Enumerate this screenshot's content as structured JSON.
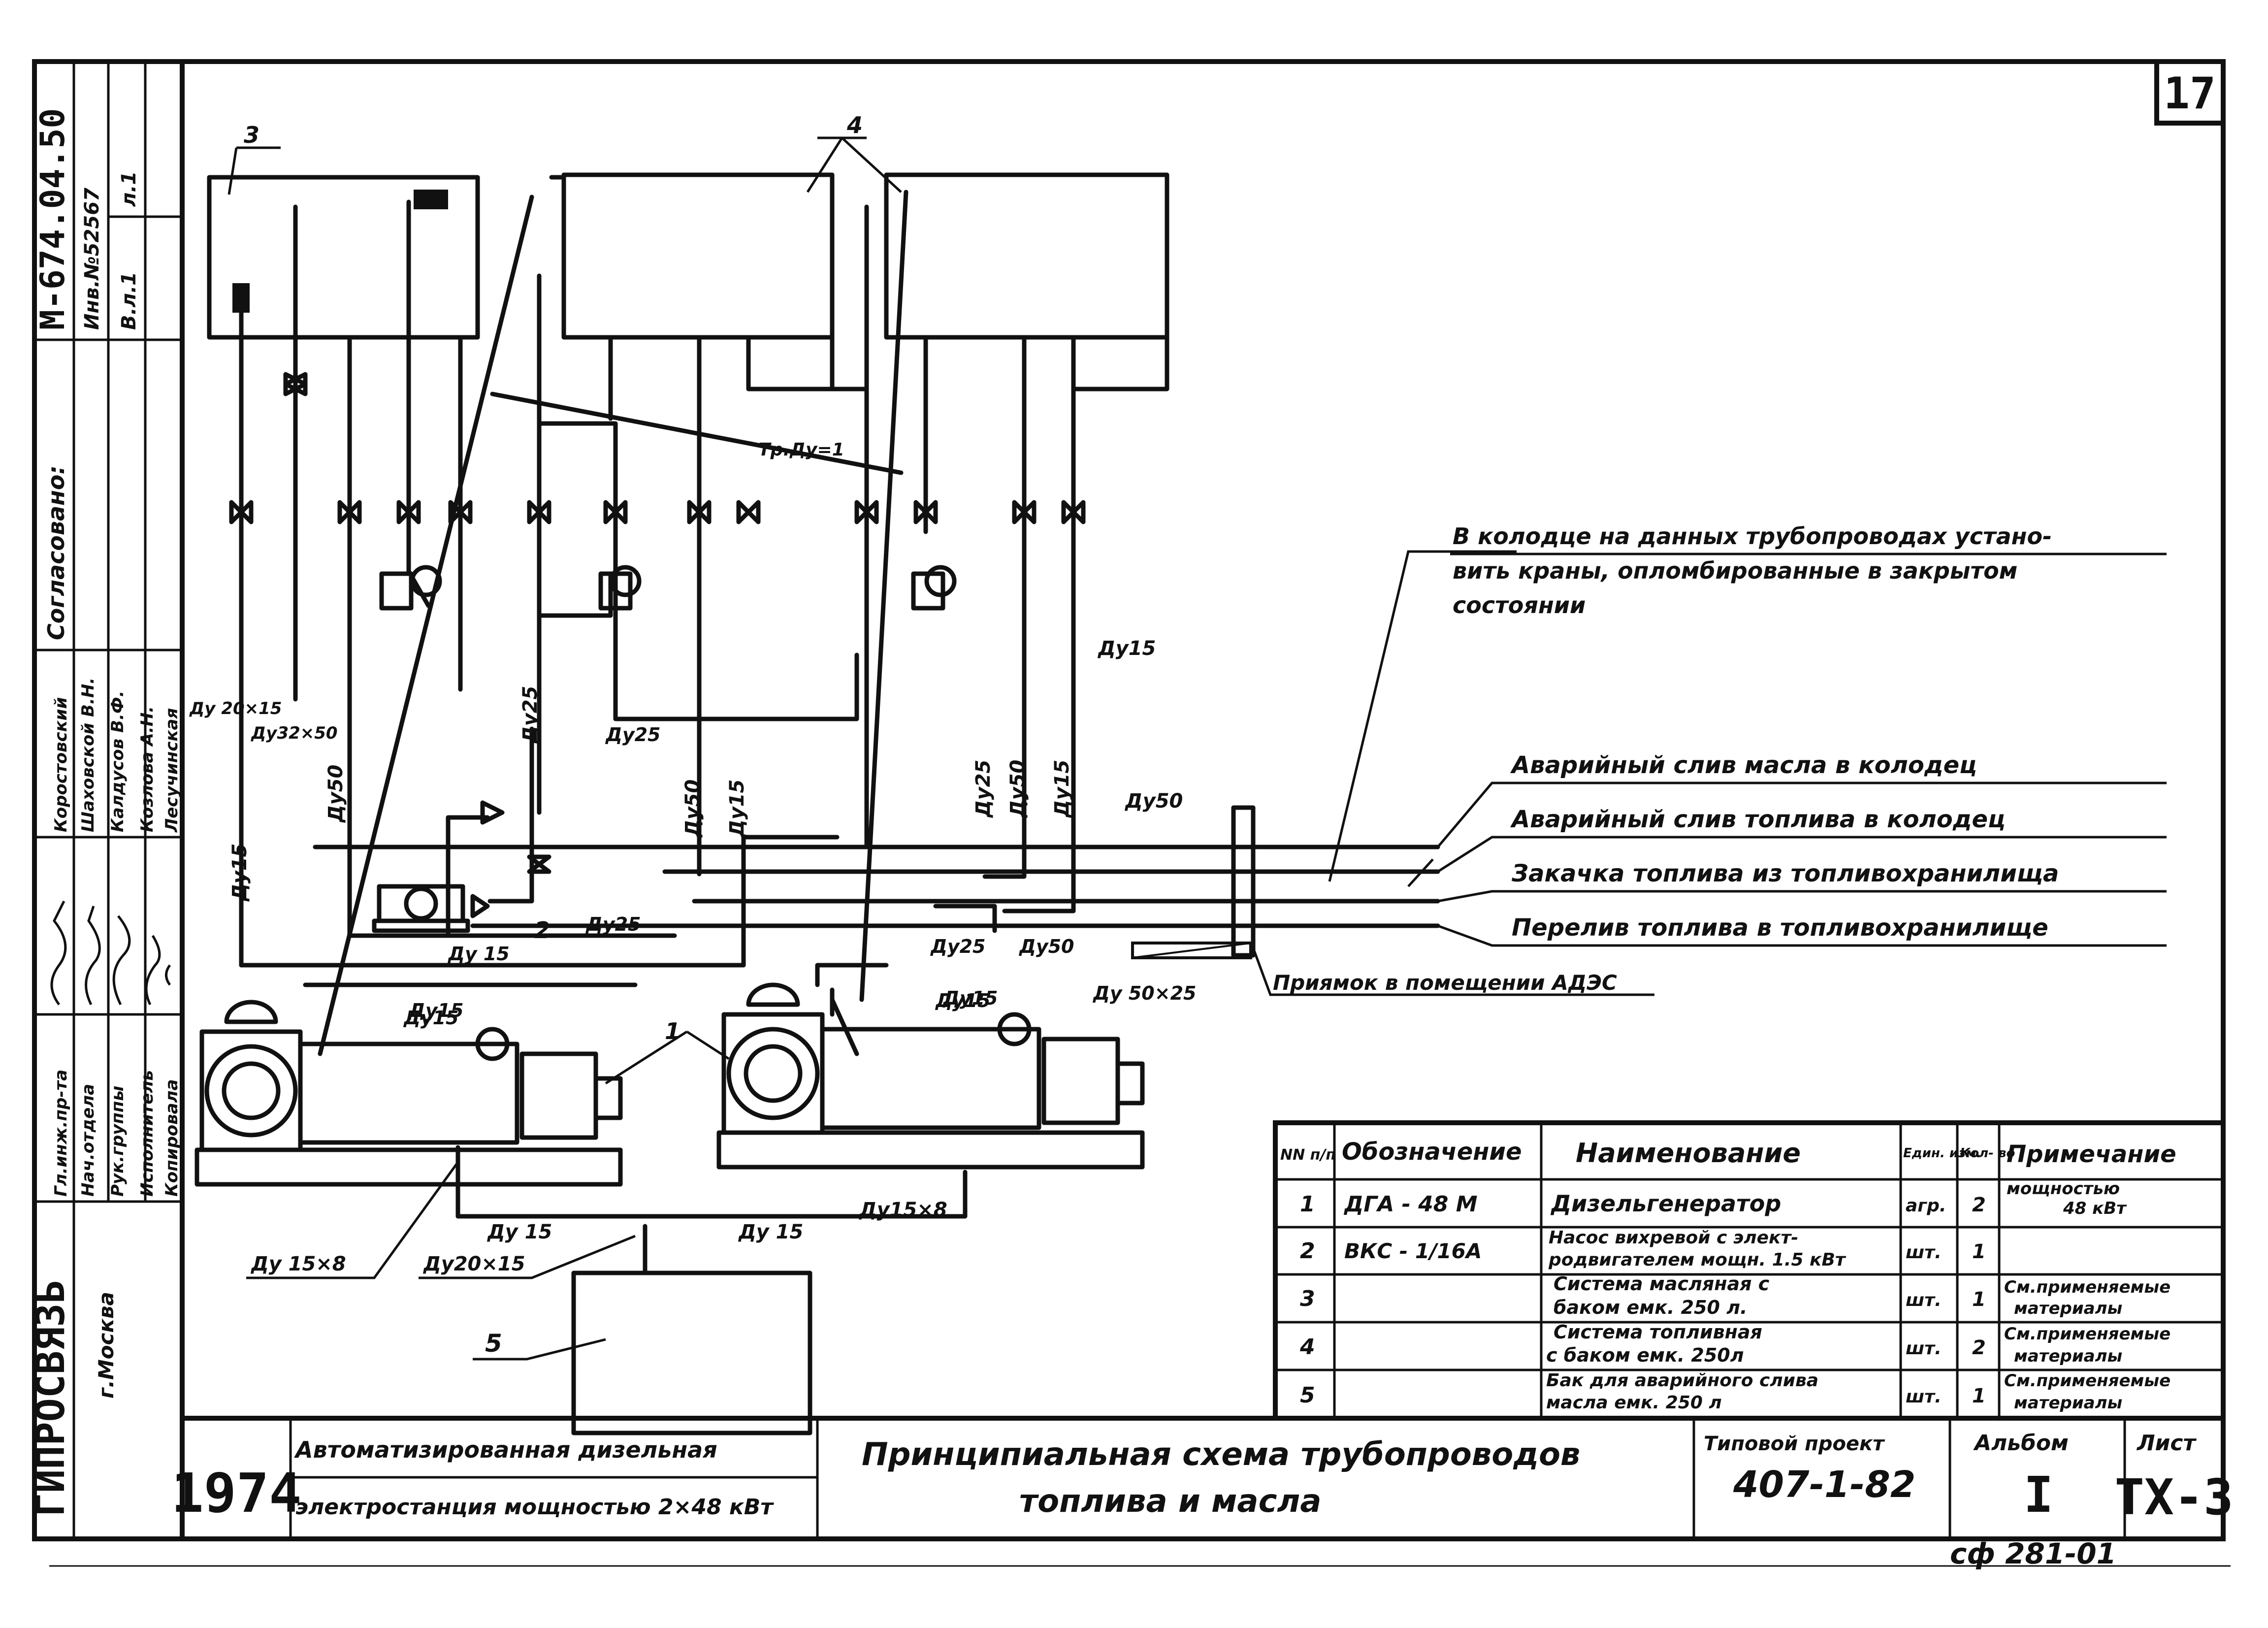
{
  "sheet_number": "17",
  "side_stamp": {
    "doc_code": "М-674.04.50",
    "inv_no": "Инв.№52567",
    "sheet_ref": "л.1",
    "variant": "В.л.1",
    "agreed": "Согласовано:",
    "signatories": [
      {
        "role": "Гл.инж.пр-та",
        "name": "Коростовский"
      },
      {
        "role": "Нач.отдела",
        "name": "Шаховской В.Н."
      },
      {
        "role": "Рук.группы",
        "name": "Калдусов В.Ф."
      },
      {
        "role": "Исполнитель",
        "name": "Козлова А.Н."
      },
      {
        "role": "Копировала",
        "name": "Лесучинская"
      }
    ],
    "org": "ГИПРОСВЯЗЬ",
    "city": "г.Москва"
  },
  "callouts": [
    "1",
    "1",
    "2",
    "3",
    "4",
    "5",
    "Тр.Ду=1"
  ],
  "pipe_labels": {
    "du20x15": "Ду\n20×15",
    "du32x50": "Ду32×50",
    "du50_a": "Ду50",
    "du15_a": "Ду15",
    "du25_a": "Ду25",
    "du25_b": "Ду25",
    "du25_c": "Ду25",
    "du15_b": "Ду 15",
    "du15_c": "Ду15",
    "du50_b": "Ду50",
    "du15_d": "Ду15",
    "du25_d": "Ду25",
    "du50_c": "Ду50",
    "du15_e": "Ду15",
    "du15_f": "Ду15",
    "du50_d": "Ду50",
    "du25_e": "Ду25",
    "du50_e": "Ду50",
    "du15_g": "Ду15",
    "du50x25": "Ду 50×25",
    "du15x8_a": "Ду 15×8",
    "du20x15_b": "Ду20×15",
    "du15_h": "Ду 15",
    "du15_i": "Ду 15",
    "du15x8_b": "Ду15×8",
    "du15_j": "Ду15",
    "du15_k": "Ду15"
  },
  "notes": {
    "sealed_valves": [
      "В колодце на данных трубопроводах устано-",
      "вить краны, опломбированные в закрытом",
      "состоянии"
    ],
    "lines": [
      "Аварийный слив масла в колодец",
      "Аварийный слив топлива в колодец",
      "Закачка топлива из топливохранилища",
      "Перелив топлива в топливохранилище"
    ],
    "pit": "Приямок в помещении АДЭС"
  },
  "spec_table": {
    "headers": [
      "NN п/п",
      "Обозначение",
      "Наименование",
      "Един. изм.",
      "Кол- во",
      "Примечание"
    ],
    "rows": [
      {
        "n": "1",
        "code": "ДГА - 48 М",
        "name": [
          "Дизельгенератор"
        ],
        "unit": "агр.",
        "qty": "2",
        "note": [
          "мощностью",
          "48 кВт"
        ]
      },
      {
        "n": "2",
        "code": "ВКС - 1/16А",
        "name": [
          "Насос вихревой с элект-",
          "родвигателем мощн. 1.5 кВт"
        ],
        "unit": "шт.",
        "qty": "1",
        "note": [
          ""
        ]
      },
      {
        "n": "3",
        "code": "",
        "name": [
          "Система масляная с",
          "баком емк. 250 л."
        ],
        "unit": "шт.",
        "qty": "1",
        "note": [
          "См.применяемые",
          "материалы"
        ]
      },
      {
        "n": "4",
        "code": "",
        "name": [
          "Система топливная",
          "с баком емк. 250л"
        ],
        "unit": "шт.",
        "qty": "2",
        "note": [
          "См.применяемые",
          "материалы"
        ]
      },
      {
        "n": "5",
        "code": "",
        "name": [
          "Бак для аварийного слива",
          "масла емк. 250 л"
        ],
        "unit": "шт.",
        "qty": "1",
        "note": [
          "См.применяемые",
          "материалы"
        ]
      }
    ]
  },
  "title_block": {
    "year": "1974",
    "object": [
      "Автоматизированная дизельная",
      "электростанция мощностью 2×48 кВт"
    ],
    "title": [
      "Принципиальная схема трубопроводов",
      "топлива и масла"
    ],
    "project_label": "Типовой проект",
    "project": "407-1-82",
    "album_label": "Альбом",
    "album": "I",
    "sheet_label": "Лист",
    "sheet": "ТХ-3"
  },
  "footer_code": "сф 281-01"
}
